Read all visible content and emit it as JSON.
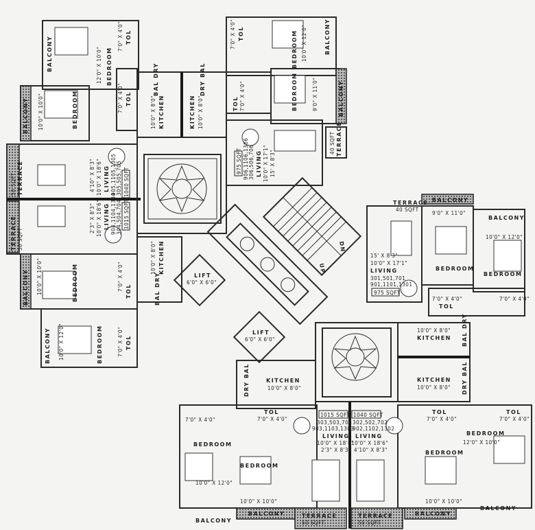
{
  "plan": {
    "areas": {
      "a975": "975 SQFT",
      "a1040": "1040 SQFT",
      "a1015": "1015 SQFT"
    },
    "flats": {
      "left_upper": "905,1105,1305",
      "left_upper2": "305,505,705",
      "left_lower": "904,1104,1304",
      "left_lower2": "304,504,704",
      "top_right": "906,1106,1306",
      "top_right2": "306,506,706",
      "right": "301,501,701",
      "right2": "901,1101,1301",
      "bottom_left": "303,503,703",
      "bottom_left2": "903,1103,1303",
      "bottom_right": "302,502,702",
      "bottom_right2": "902,1102,1302"
    },
    "rooms": {
      "living": "LIVING",
      "bedroom": "BEDROOM",
      "kitchen": "KITCHEN",
      "balcony": "BALCONY",
      "terrace": "TERRACE",
      "tol": "TOL",
      "bal_dry": "BAL DRY",
      "dry_bal": "DRY BAL",
      "lift": "LIFT",
      "up": "UP",
      "dn": "DN"
    },
    "dims": {
      "d12x10": "12'0\" X 10'0\"",
      "d10x10": "10'0\" X 10'0\"",
      "d10x12": "10'0\" X 12'0\"",
      "d9x11": "9'0\" X 11'0\"",
      "d7x4": "7'0\" X 4'0\"",
      "d10x8": "10'0\" X 8'0\"",
      "d6x6": "6'0\" X 6'0\"",
      "d10x18": "10'0\" X 18'6\"",
      "d4x8": "4'10\" X 8'3\"",
      "d2x8": "2'3\" X 8'3\"",
      "d10x17": "10'0\" X 17'1\"",
      "d15x8": "15' X 8'3\"",
      "sq50": "50 SQFT",
      "sq40": "40 SQFT"
    }
  }
}
